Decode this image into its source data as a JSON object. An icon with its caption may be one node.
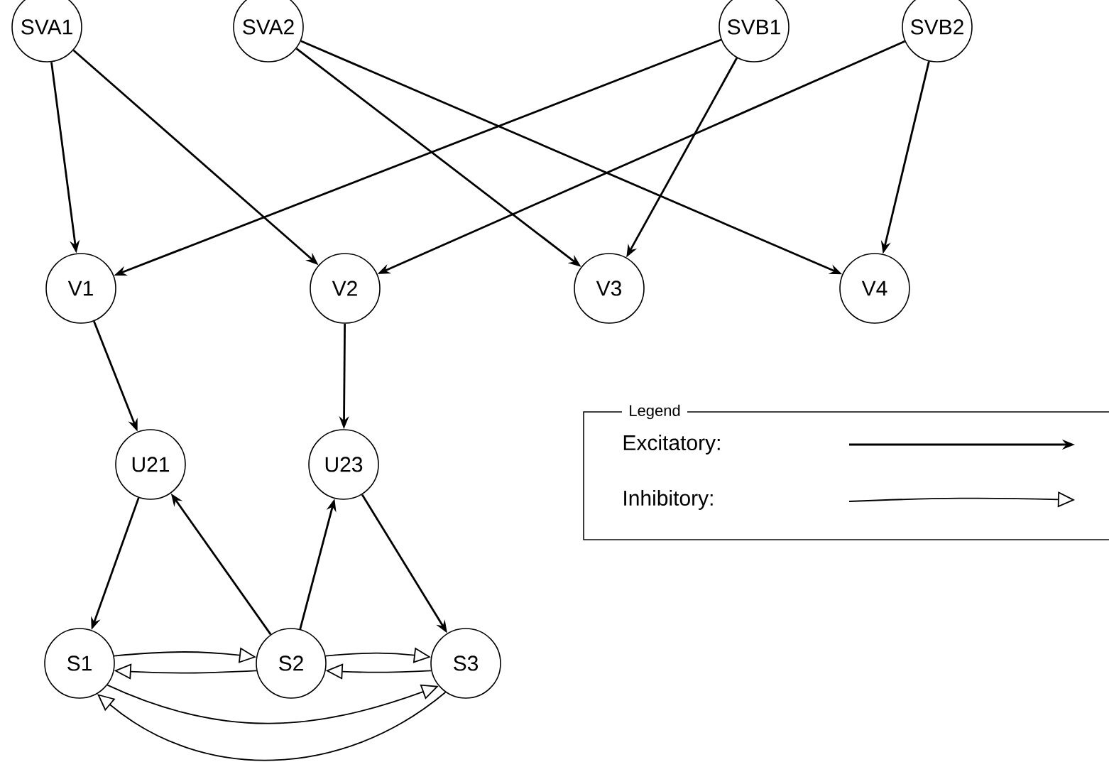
{
  "diagram": {
    "nodes": [
      {
        "text": [
          "SVA1"
        ]
      },
      {
        "text": [
          "SVA2"
        ]
      },
      {
        "text": [
          "SVB1"
        ]
      },
      {
        "text": [
          "SVB2"
        ]
      },
      {
        "text": [
          "V1"
        ]
      },
      {
        "text": [
          "V2"
        ]
      },
      {
        "text": [
          "V3"
        ]
      },
      {
        "text": [
          "V4"
        ]
      },
      {
        "text": [
          "U21"
        ]
      },
      {
        "text": [
          "U23"
        ]
      },
      {
        "text": [
          "S1"
        ]
      },
      {
        "text": [
          "S2"
        ]
      },
      {
        "text": [
          "S3"
        ]
      }
    ],
    "edges": [
      {
        "from": 0,
        "to": 4,
        "arrow": "to"
      },
      {
        "from": 0,
        "to": 5,
        "arrow": "to"
      },
      {
        "from": 1,
        "to": 6,
        "arrow": "to"
      },
      {
        "from": 1,
        "to": 7,
        "arrow": "to"
      },
      {
        "from": 2,
        "to": 4,
        "arrow": "to"
      },
      {
        "from": 2,
        "to": 6,
        "arrow": "to"
      },
      {
        "from": 3,
        "to": 5,
        "arrow": "to"
      },
      {
        "from": 3,
        "to": 7,
        "arrow": "to"
      },
      {
        "from": 4,
        "to": 8,
        "arrow": "to"
      },
      {
        "from": 5,
        "to": 9,
        "arrow": "to"
      },
      {
        "from": 8,
        "to": 10,
        "arrow": "to"
      },
      {
        "from": 11,
        "to": 8,
        "arrow": "to"
      },
      {
        "from": 11,
        "to": 9,
        "arrow": "to"
      },
      {
        "from": 9,
        "to": 12,
        "arrow": "to"
      },
      {
        "from": 10,
        "to": 11,
        "arrow": "to"
      },
      {
        "from": 11,
        "to": 10,
        "arrow": "to"
      },
      {
        "from": 11,
        "to": 12,
        "arrow": "to"
      },
      {
        "from": 12,
        "to": 11,
        "arrow": "to"
      },
      {
        "from": 10,
        "to": 12,
        "arrow": "to"
      },
      {
        "from": 12,
        "to": 10,
        "arrow": "to"
      }
    ],
    "labels": [
      "Legend"
    ],
    "legend": [
      {
        "text": "Excitatory:"
      },
      {
        "text": "Inhibitory:"
      }
    ]
  }
}
